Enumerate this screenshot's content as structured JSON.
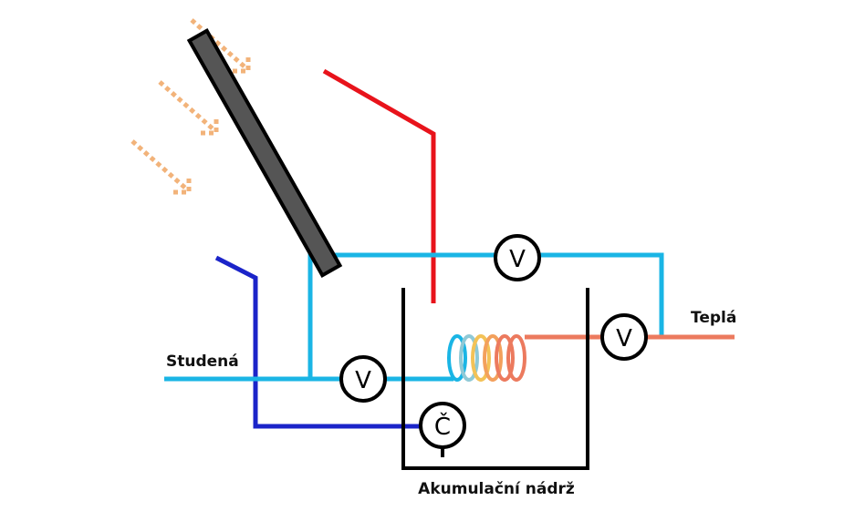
{
  "labels": {
    "cold": "Studená",
    "hot": "Teplá",
    "tank": "Akumulační nádrž"
  },
  "symbols": {
    "valve": "V",
    "pump": "Č"
  },
  "colors": {
    "collector_fill": "#555555",
    "collector_stroke": "#000000",
    "hot_circuit": "#e8131b",
    "return_circuit": "#1b24c9",
    "cold_water": "#1ab5e5",
    "warm_water": "#ec7a5e",
    "sun_arrows": "#f2b37a",
    "tank_outline": "#000000",
    "coil_gradient": [
      "#1ab5e5",
      "#8fc9d6",
      "#f3c257",
      "#f3a05c",
      "#ec7a5e"
    ]
  },
  "icons": {
    "sun_rays": "dashed-arrow-icon",
    "valve": "circle-letter-icon",
    "pump": "circle-letter-icon"
  }
}
